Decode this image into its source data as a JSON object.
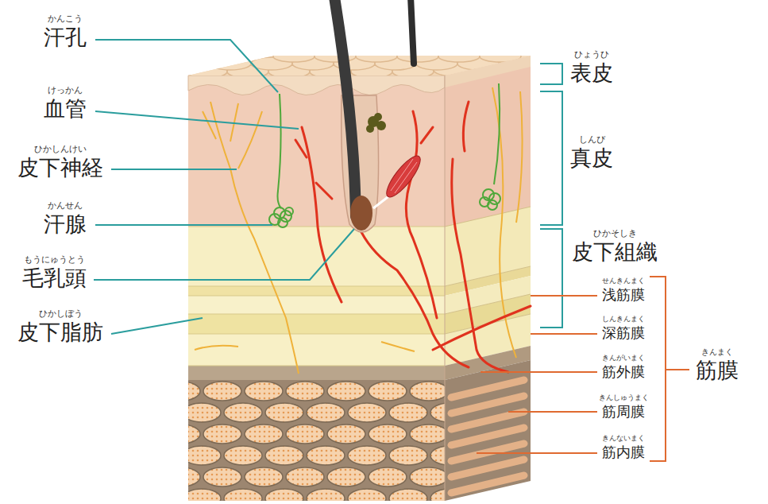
{
  "diagram": {
    "labels": [
      "かんこう",
      "汗孔",
      "けっかん",
      "血管",
      "ひかしんけい",
      "皮下神経",
      "かんせん",
      "汗腺",
      "もうにゅうとう",
      "毛乳頭",
      "ひかしぼう",
      "皮下脂肪",
      "ひょうひ",
      "表皮",
      "しんぴ",
      "真皮",
      "ひかそしき",
      "皮下組織",
      "せんきんまく",
      "浅筋膜",
      "しんきんまく",
      "深筋膜",
      "きんがいまく",
      "筋外膜",
      "きんしゅうまく",
      "筋周膜",
      "きんないまく",
      "筋内膜",
      "きんまく",
      "筋膜"
    ]
  }
}
